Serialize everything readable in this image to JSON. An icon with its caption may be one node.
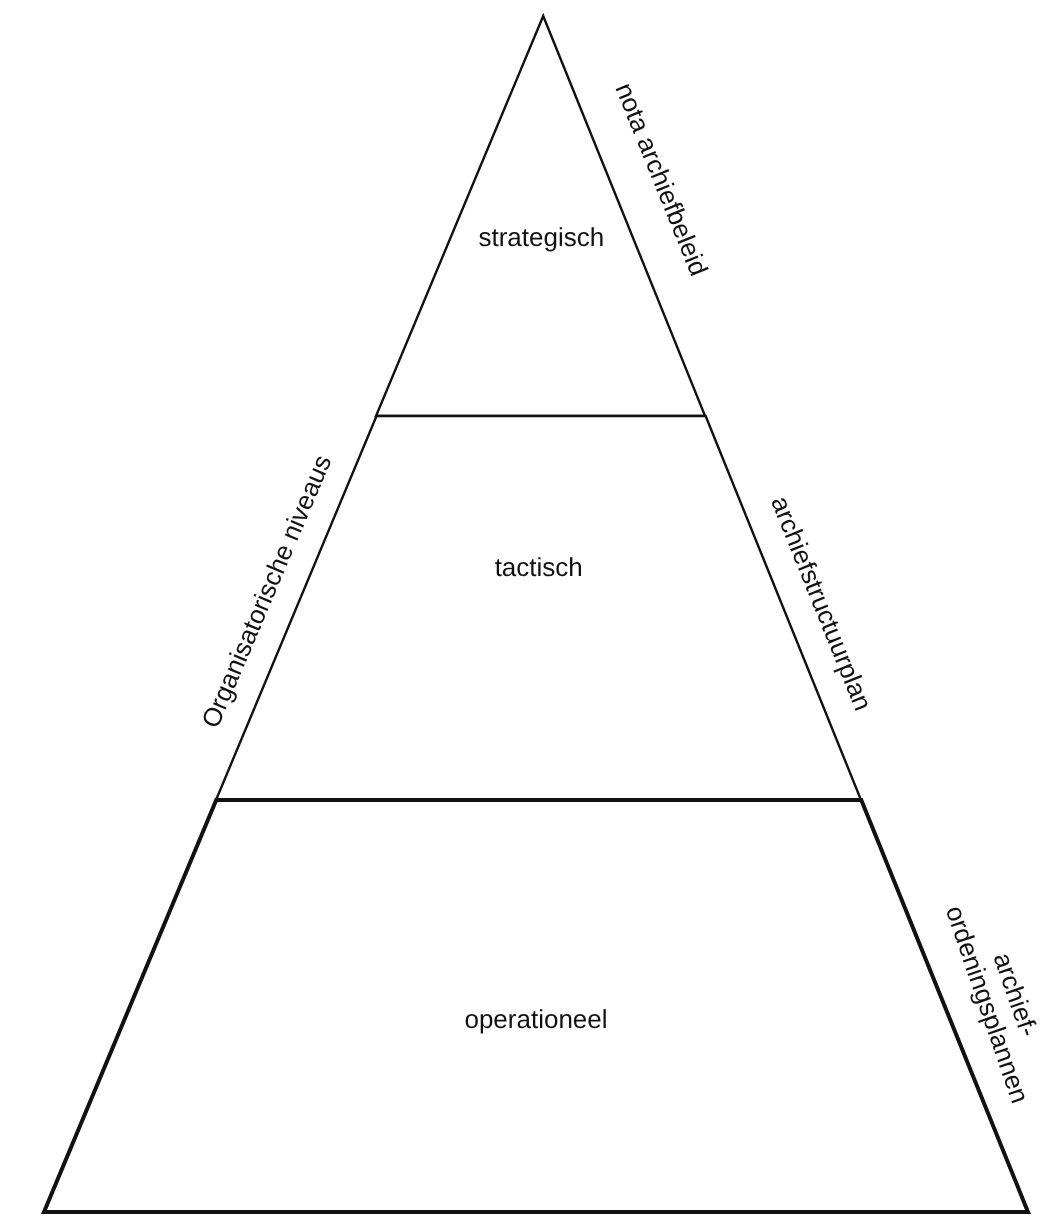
{
  "diagram": {
    "nodes": [
      {
        "text": [
          "strategisch"
        ],
        "beside": [
          "nota archiefbeleid"
        ]
      },
      {
        "text": [
          "tactisch"
        ],
        "beside": [
          "archiefstructuurplan"
        ]
      },
      {
        "text": [
          "operationeel"
        ],
        "beside": [
          "archief- ordeningsplannen"
        ]
      }
    ],
    "labels": [
      "Organisatorische niveaus"
    ]
  }
}
